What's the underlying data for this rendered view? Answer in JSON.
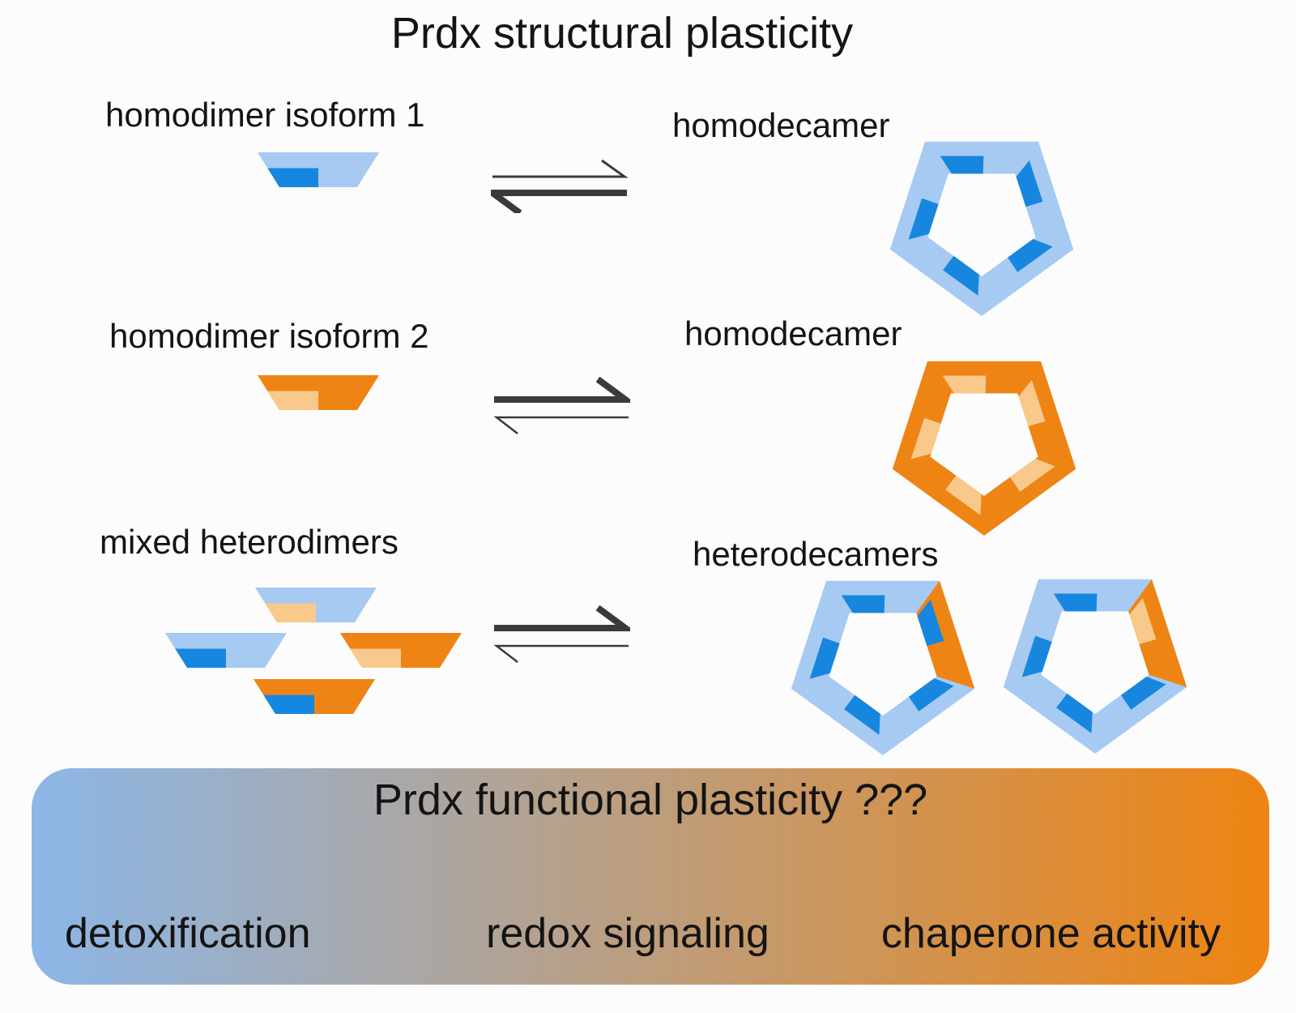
{
  "title": "Prdx structural plasticity",
  "rows": [
    {
      "reactant_label": "homodimer isoform 1",
      "product_label": "homodecamer",
      "thick_arrow_direction": "left"
    },
    {
      "reactant_label": "homodimer isoform 2",
      "product_label": "homodecamer",
      "thick_arrow_direction": "right"
    },
    {
      "reactant_label": "mixed heterodimers",
      "product_label": "heterodecamers",
      "thick_arrow_direction": "right"
    }
  ],
  "banner": {
    "title": "Prdx functional plasticity ???",
    "items": [
      "detoxification",
      "redox signaling",
      "chaperone activity"
    ]
  },
  "icons": {
    "dimer_shapes": [
      "blue-dimer-dark-blue-patch",
      "orange-dimer-light-orange-patch",
      "blue-dimer-light-orange-patch",
      "orange-dimer-dark-blue-patch"
    ],
    "decamer_shapes": [
      "blue-pentagon-ring",
      "orange-pentagon-ring",
      "heterodecamer-pentagon-blue-patch",
      "heterodecamer-pentagon-orange-patch"
    ],
    "arrow": "equilibrium-double-harpoon"
  },
  "colors": {
    "light_blue": "#a6caf1",
    "dark_blue": "#1786de",
    "orange": "#ee8414",
    "light_orange": "#f8c98b",
    "text": "#141414",
    "arrow": "#3a3a3a",
    "background": "#fcfcfc",
    "banner_gradient_left": "#8cb7e8",
    "banner_gradient_right": "#ee8412"
  }
}
